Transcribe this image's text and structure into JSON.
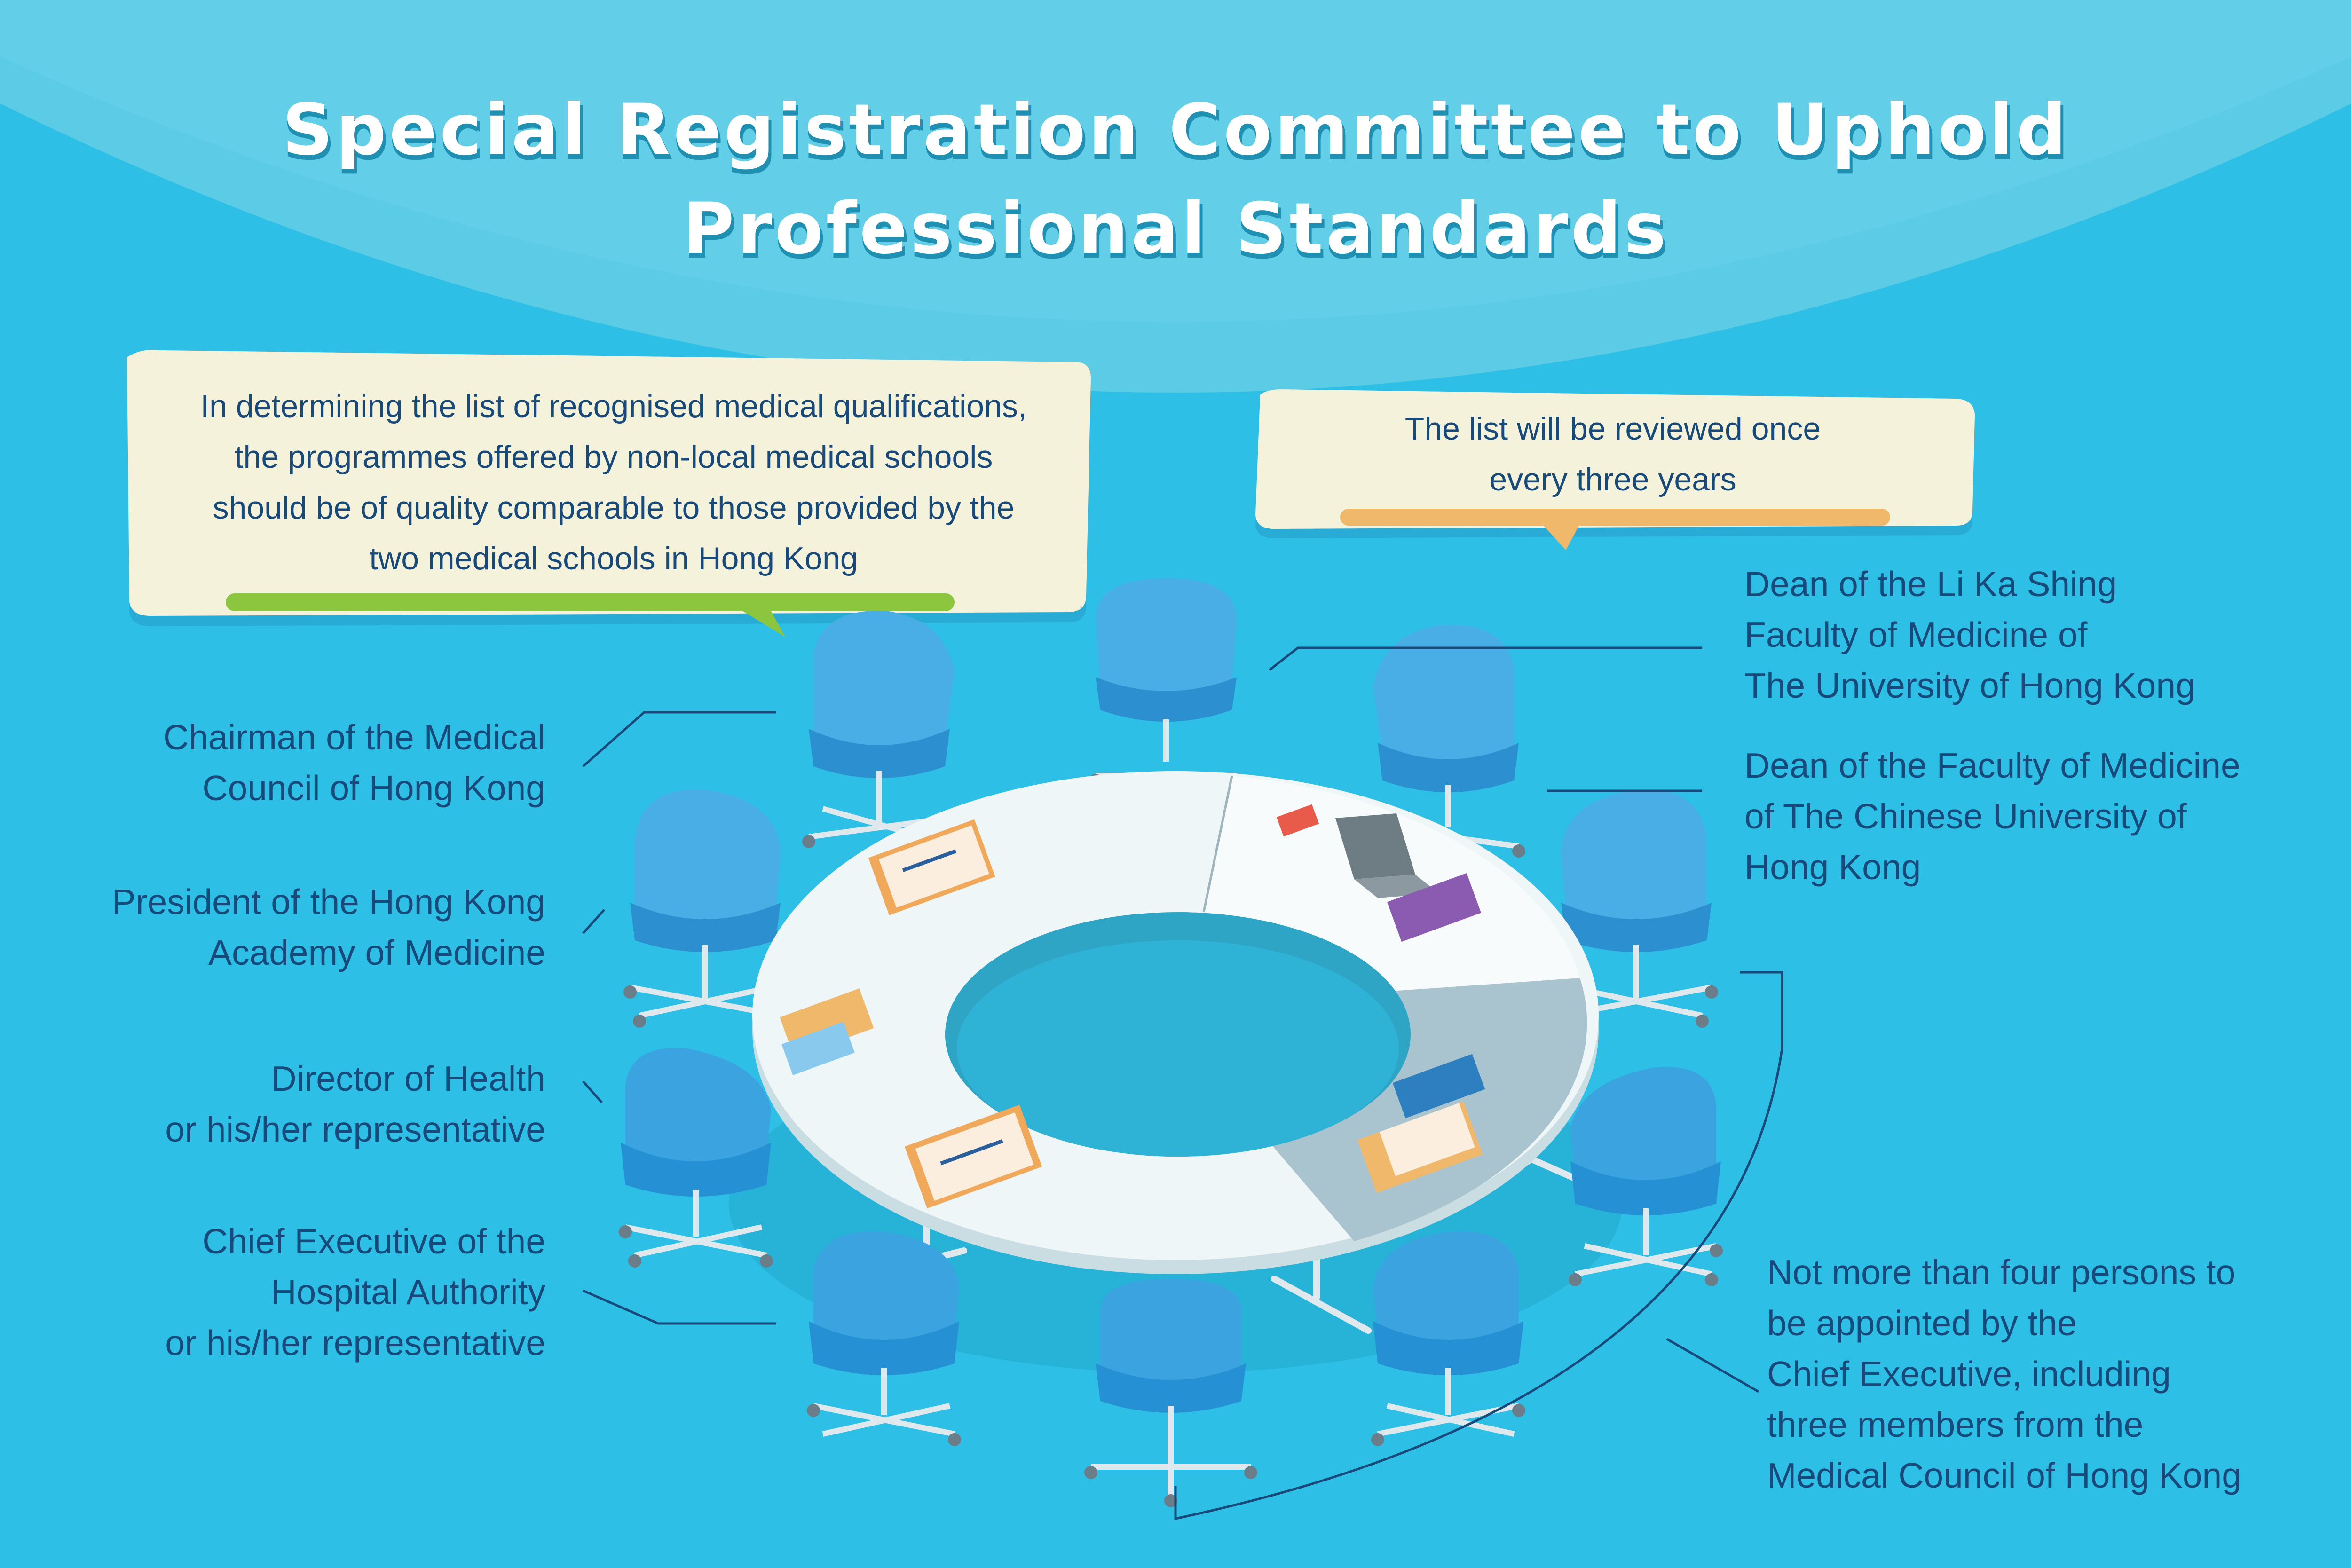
{
  "title": {
    "line1": "Special Registration Committee to Uphold",
    "line2": "Professional Standards"
  },
  "bubbles": {
    "left": [
      "In determining the list of recognised medical qualifications,",
      "the programmes offered by non-local medical schools",
      "should be of quality comparable to those provided by the",
      "two medical schools in Hong Kong"
    ],
    "right": [
      "The list will be reviewed once",
      "every three years"
    ]
  },
  "members_left": {
    "chairman": [
      "Chairman of the Medical",
      "Council of Hong Kong"
    ],
    "president": [
      "President of the Hong Kong",
      "Academy of Medicine"
    ],
    "director": [
      "Director of Health",
      "or his/her representative"
    ],
    "chief_exec_ha": [
      "Chief Executive of the",
      "Hospital Authority",
      "or his/her representative"
    ]
  },
  "members_right": {
    "dean_hku": [
      "Dean of the Li Ka Shing",
      "Faculty of Medicine of",
      "The University of Hong Kong"
    ],
    "dean_cuhk": [
      "Dean of the Faculty of Medicine",
      "of The Chinese University of",
      "Hong Kong"
    ],
    "appointees": [
      "Not more than four persons to",
      "be appointed by the",
      "Chief Executive, including",
      "three members from the",
      "Medical Council of Hong Kong"
    ]
  },
  "colors": {
    "background": "#2ebfe6",
    "arc": "#5ccbe6",
    "bubble": "#f5f2dc",
    "left_underline": "#8cc63f",
    "right_underline": "#f0b86a",
    "chair": "#4aaee6",
    "chair_dark": "#2b8fd0",
    "table": "#eef6f8",
    "text": "#17497a"
  }
}
